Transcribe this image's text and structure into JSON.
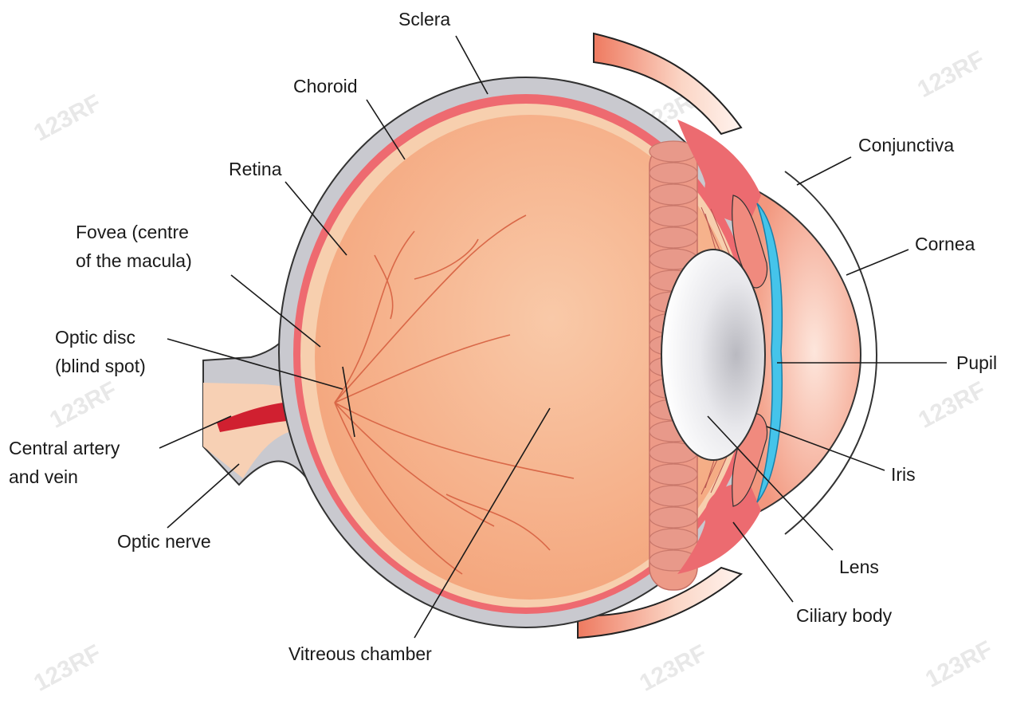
{
  "labels": {
    "sclera": "Sclera",
    "choroid": "Choroid",
    "retina": "Retina",
    "fovea_line1": "Fovea (centre",
    "fovea_line2": "of the macula)",
    "optic_disc_line1": "Optic disc",
    "optic_disc_line2": "(blind spot)",
    "central_artery_line1": "Central artery",
    "central_artery_line2": "and vein",
    "optic_nerve": "Optic nerve",
    "vitreous_chamber": "Vitreous chamber",
    "conjunctiva": "Conjunctiva",
    "cornea": "Cornea",
    "pupil": "Pupil",
    "iris": "Iris",
    "lens": "Lens",
    "ciliary_body": "Ciliary body"
  },
  "watermark": "123RF",
  "colors": {
    "sclera": "#c9c9cf",
    "choroid": "#ee6a70",
    "retina": "#f7cfae",
    "vitreous": "#f6ae86",
    "ciliary": "#ec6b70",
    "cornea": "#f19c86",
    "iris_blue": "#45c4ea",
    "lens": "#d2d2d8",
    "artery": "#d02030",
    "optic_nerve": "#f7d0b4",
    "eyelid": "#f2836a",
    "vessel": "#d96848"
  }
}
